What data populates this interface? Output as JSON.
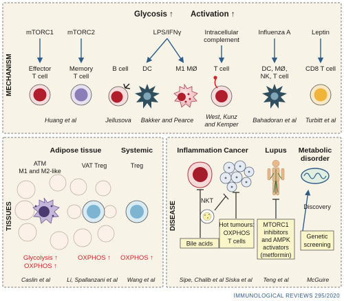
{
  "top": {
    "side_label": "MECHANISM",
    "glycolysis": "Glycosis ↑",
    "activation": "Activation ↑",
    "columns": [
      {
        "stimulus": "mTORC1",
        "cell": "Effector\nT cell",
        "author": "Huang et al"
      },
      {
        "stimulus": "mTORC2",
        "cell": "Memory\nT cell",
        "author": ""
      },
      {
        "stimulus": "",
        "cell": "B cell",
        "author": "Jellusova"
      },
      {
        "stimulus": "LPS/IFNγ",
        "cell": "DC",
        "author": "Bakker and Pearce"
      },
      {
        "stimulus": "",
        "cell": "M1  MØ",
        "author": ""
      },
      {
        "stimulus": "Intracellular\ncomplement",
        "cell": "T cell",
        "author": "West, Kunz\nand Kemper"
      },
      {
        "stimulus": "Influenza A",
        "cell": "DC, MØ,\nNK, T cell",
        "author": "Bahadoran et al"
      },
      {
        "stimulus": "Leptin",
        "cell": "CD8 T cell",
        "author": "Turbitt et al"
      }
    ]
  },
  "tissues": {
    "side_label": "TISSUES",
    "adipose_title": "Adipose tissue",
    "systemic_title": "Systemic",
    "atm_label": "ATM\nM1 and M2-like",
    "vat_label": "VAT Treg",
    "treg_label": "Treg",
    "atm_metab": "Glycolysis ↑\nOXPHOS ↑",
    "vat_metab": "OXPHOS ↑",
    "treg_metab": "OXPHOS ↑",
    "authors": [
      "Caslin et al",
      "Li, Spallanzani et al",
      "Wang et al"
    ]
  },
  "disease": {
    "side_label": "DISEASE",
    "titles": [
      "Inflammation",
      "Cancer",
      "Lupus",
      "Metabolic\ndisorder"
    ],
    "nkt": "NKT",
    "bile": "Bile acids",
    "hot": "Hot tumours:\nOXPHOS\nT cells",
    "mtorc": "MTORC1\ninhibitors\nand AMPK\nactivators\n(metformin)",
    "discovery": "Discovery",
    "genetic": "Genetic\nscreening",
    "authors": [
      "Sipe, Chalib et al",
      "Siska et al",
      "Teng et al",
      "McGuire"
    ]
  },
  "footer": "IMMUNOLOGICAL REVIEWS 295/2020",
  "colors": {
    "panel": "#f7f3e6",
    "accent_red": "#d1232a",
    "arrow_blue": "#2f5d8a",
    "box_yellow": "#fbf6c9"
  }
}
